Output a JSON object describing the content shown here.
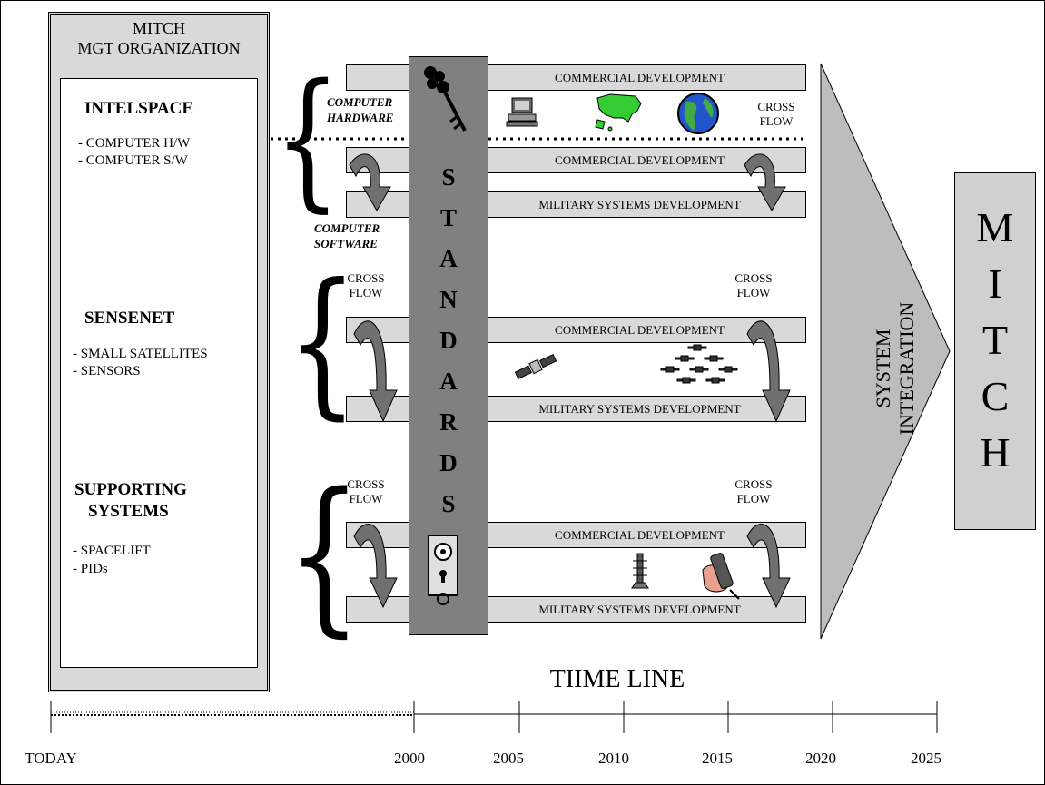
{
  "org": {
    "title_line1": "MITCH",
    "title_line2": "MGT ORGANIZATION",
    "sections": [
      {
        "title": "INTELSPACE",
        "items": [
          "- COMPUTER H/W",
          "- COMPUTER S/W"
        ]
      },
      {
        "title": "SENSENET",
        "items": [
          "- SMALL SATELLITES",
          "- SENSORS"
        ]
      },
      {
        "title_line1": "SUPPORTING",
        "title_line2": "SYSTEMS",
        "items": [
          "- SPACELIFT",
          "- PIDs"
        ]
      }
    ]
  },
  "bars": {
    "commercial": "COMMERCIAL DEVELOPMENT",
    "military": "MILITARY SYSTEMS DEVELOPMENT"
  },
  "labels": {
    "computer_hardware_1": "COMPUTER",
    "computer_hardware_2": "HARDWARE",
    "computer_software_1": "COMPUTER",
    "computer_software_2": "SOFTWARE",
    "cross": "CROSS",
    "flow": "FLOW"
  },
  "standards_letters": [
    "S",
    "T",
    "A",
    "N",
    "D",
    "A",
    "R",
    "D",
    "S"
  ],
  "system_integration": {
    "line1": "SYSTEM",
    "line2": "INTEGRATION"
  },
  "mitch_letters": [
    "M",
    "I",
    "T",
    "C",
    "H"
  ],
  "timeline": {
    "title": "TIIME LINE",
    "today": "TODAY",
    "years": [
      "2000",
      "2005",
      "2010",
      "2015",
      "2020",
      "2025"
    ]
  },
  "colors": {
    "panel_gray": "#d9d9d9",
    "standards_gray": "#808080",
    "arrow_gray": "#707070",
    "usa_green": "#33cc33",
    "globe_blue": "#2255cc",
    "hand_pink": "#e8a090"
  }
}
